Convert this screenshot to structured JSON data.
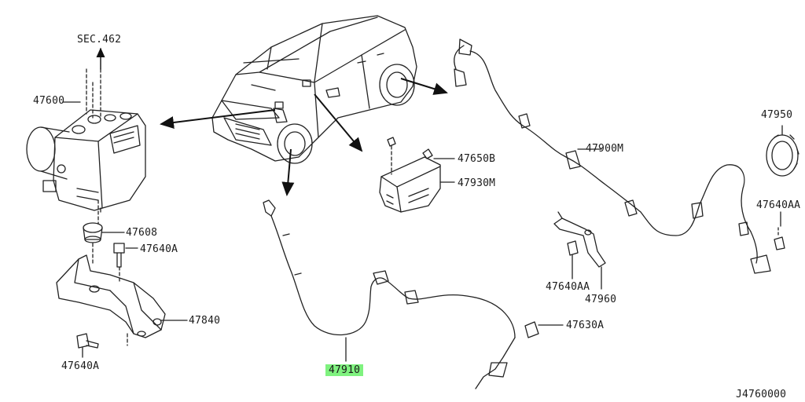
{
  "diagram": {
    "footer_code": "J4760000",
    "highlight_color": "#7ff27f",
    "labels": {
      "sec462": "SEC.462",
      "p47600": "47600",
      "p47608": "47608",
      "p47640A_top": "47640A",
      "p47840": "47840",
      "p47640A_bottom": "47640A",
      "p47650B": "47650B",
      "p47930M": "47930M",
      "p47910": "47910",
      "p47630A": "47630A",
      "p47900M": "47900M",
      "p47950": "47950",
      "p47640AA_right": "47640AA",
      "p47640AA_mid": "47640AA",
      "p47960": "47960"
    }
  }
}
